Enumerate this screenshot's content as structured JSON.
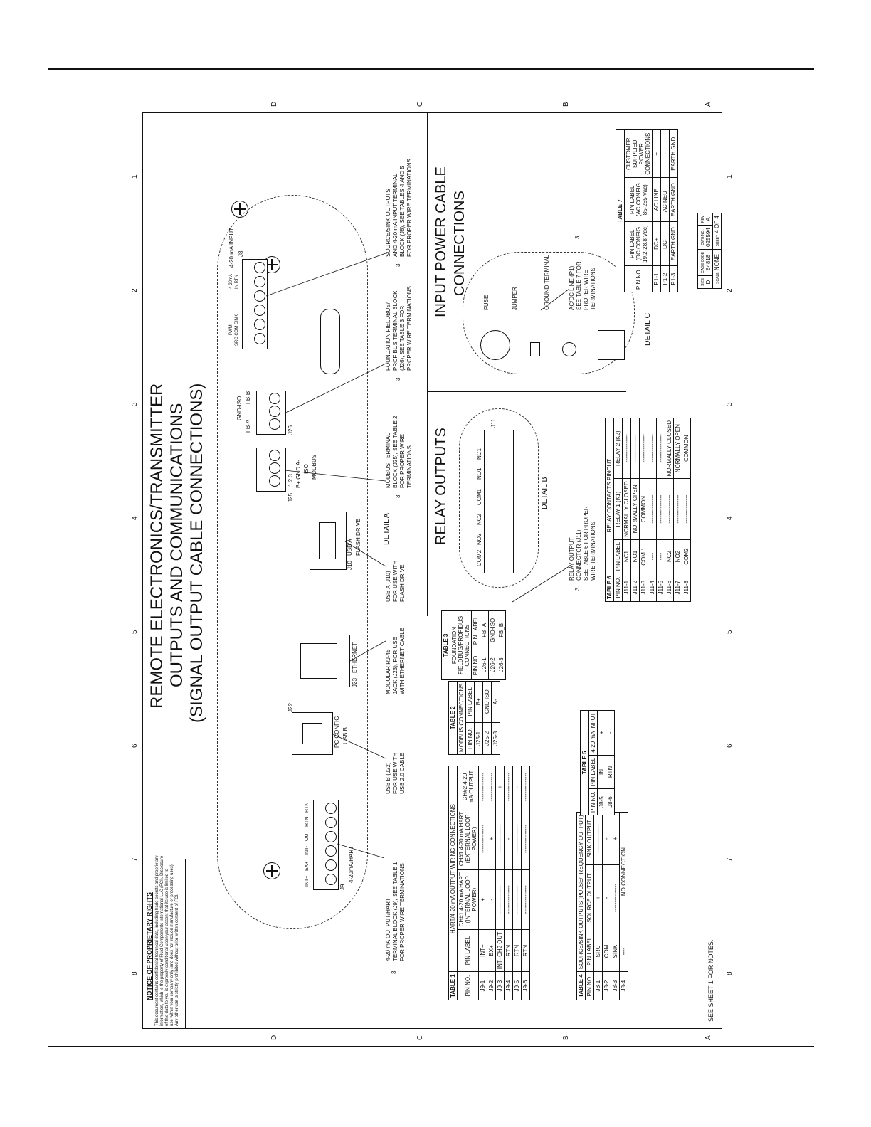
{
  "title": {
    "line1": "REMOTE ELECTRONICS/TRANSMITTER",
    "line2": "OUTPUTS AND COMMUNICATIONS",
    "line3": "(SIGNAL OUTPUT CABLE CONNECTIONS)"
  },
  "notice": {
    "heading": "NOTICE OF PROPRIETARY RIGHTS",
    "body": [
      "This document contains confidential technical data, including trade secrets and proprietary",
      "information, which is the property of Fluid Components International LLC (FCI). Disclosure",
      "of this data to you is expressly conditional upon your assent that its use is limited to",
      "use within your company only (and does not include manufacture or processing uses).",
      "Any other use is strictly prohibited without prior written consent of FCI."
    ]
  },
  "zones": {
    "top": [
      "D",
      "C",
      "B",
      "A"
    ],
    "left": [
      "1",
      "2",
      "3",
      "4",
      "5",
      "6",
      "7",
      "8"
    ]
  },
  "detail_a": {
    "label": "DETAIL A",
    "j9": {
      "ref": "J9",
      "label": "4-20mA/HART",
      "pins": [
        "INT+",
        "EX+",
        "INT-",
        "OUT",
        "RTN",
        "RTN"
      ]
    },
    "j22": {
      "ref": "J22",
      "line1": "PC CONFIG",
      "line2": "USB B"
    },
    "j23": {
      "ref": "J23",
      "label": "ETHERNET"
    },
    "j10": {
      "ref": "J10",
      "line1": "USB A",
      "line2": "FLASH DRIVE"
    },
    "j25": {
      "ref": "J25",
      "nums": "1 2 3",
      "pins": "B+ GND A-",
      "iso": "ISO",
      "label": "MODBUS"
    },
    "j26": {
      "ref": "J26",
      "pins": [
        "FB-A",
        "GND-ISO",
        "FB-B"
      ]
    },
    "j8": {
      "ref": "J8",
      "label": "4-20 mA INPUT",
      "sub1": "SRC COM SINK",
      "sub2": "PWM",
      "sub3": "IN RTN",
      "sub4": "4-20mA"
    }
  },
  "callouts": {
    "j9": [
      "4-20 mA OUTPUT/HART",
      "TERMINAL BLOCK (J9), SEE TABLE 1",
      "FOR PROPER WIRE TERMINATIONS"
    ],
    "j22": [
      "USB B (J22)",
      "FOR USE WITH",
      "USB 2.0 CABLE"
    ],
    "j23": [
      "MODULAR RJ-45",
      "JACK (J23), FOR USE",
      "WITH ETHERNET CABLE"
    ],
    "j10": [
      "USB A (J10)",
      "FOR USE WITH",
      "FLASH DRIVE"
    ],
    "j25": [
      "MODBUS TERMINAL",
      "BLOCK (J25), SEE TABLE 2",
      "FOR PROPER WIRE",
      "TERMINATIONS"
    ],
    "j26": [
      "FOUNDATION FIELDBUS/",
      "PROFIBUS TERMINAL BLOCK",
      "(J26), SEE TABLE 3 FOR",
      "PROPER WIRE TERMINATIONS"
    ],
    "j8": [
      "SOURCE/SINK OUTPUTS",
      "AND 4-20 mA INPUT TERMINAL",
      "BLOCK (J8), SEE TABLES 4 AND 5",
      "FOR PROPER WIRE TERMINATIONS"
    ],
    "j11": [
      "RELAY OUTPUT",
      "CONNECTOR (J11),",
      "SEE TABLE 6 FOR PROPER",
      "WIRE TERMINATIONS"
    ],
    "p1": [
      "AC/DC LINE (P1),",
      "SEE TABLE 7 FOR",
      "PROPER WIRE",
      "TERMINATIONS"
    ],
    "triangle": "3"
  },
  "relay": {
    "title": "RELAY OUTPUTS",
    "detail": "DETAIL B",
    "ref": "J11",
    "pins": [
      "COM2",
      "NO2",
      "NC2",
      "COM1",
      "NO1",
      "NC1"
    ]
  },
  "power": {
    "title1": "INPUT POWER CABLE",
    "title2": "CONNECTIONS",
    "detail": "DETAIL C",
    "labels": [
      "FUSE",
      "JUMPER",
      "GROUND TERMINAL"
    ]
  },
  "table1": {
    "caption": "TABLE 1",
    "title": "HART/4-20 mA OUTPUT WIRING CONNECTIONS",
    "headers": [
      "PIN NO.",
      "PIN LABEL",
      "CH#1 4-20 mA HART (INTERNAL LOOP POWER)",
      "CH#1 4-20 mA HART (EXTERNAL LOOP POWER)",
      "CH#2 4-20 mA OUTPUT"
    ],
    "rows": [
      [
        "J9-1",
        "INT+",
        "+",
        "---------------",
        "---------------"
      ],
      [
        "J9-2",
        "EX+",
        "-",
        "+",
        "---------------"
      ],
      [
        "J9-3",
        "INT- CH2 OUT",
        "---------------",
        "---------------",
        "+"
      ],
      [
        "J9-4",
        "RTN",
        "---------------",
        "-",
        "---------------"
      ],
      [
        "J9-5",
        "RTN",
        "---------------",
        "---------------",
        "-"
      ],
      [
        "J9-6",
        "RTN",
        "---------------",
        "---------------",
        "---------------"
      ]
    ]
  },
  "table2": {
    "caption": "TABLE 2",
    "title": "MODBUS CONNECTIONS",
    "headers": [
      "PIN NO.",
      "PIN LABEL"
    ],
    "rows": [
      [
        "J25-1",
        "B+"
      ],
      [
        "J25-2",
        "GND ISO"
      ],
      [
        "J25-3",
        "A-"
      ]
    ]
  },
  "table3": {
    "caption": "TABLE 3",
    "title": "FOUNDATION FIELDBUS/PROFIBUS CONNECTIONS",
    "headers": [
      "PIN NO.",
      "PIN LABEL"
    ],
    "rows": [
      [
        "J26-1",
        "FB_A"
      ],
      [
        "J26-2",
        "GND-ISO"
      ],
      [
        "J26-3",
        "FB_B"
      ]
    ]
  },
  "table4": {
    "caption": "TABLE 4",
    "title": "SOURCE/SINK OUTPUTS (PULSE/FREQUENCY OUTPUT)",
    "headers": [
      "PIN NO.",
      "PIN LABEL",
      "SOURCE OUTPUT",
      "SINK OUTPUT"
    ],
    "rows": [
      [
        "J8-1",
        "SRC",
        "+",
        "---------------"
      ],
      [
        "J8-2",
        "COM",
        "-",
        "-"
      ],
      [
        "J8-3",
        "SINK",
        "---------------",
        "+"
      ]
    ],
    "last_row": [
      "J8-4",
      "----",
      "NO CONNECTION"
    ]
  },
  "table5": {
    "caption": "TABLE 5",
    "headers": [
      "PIN NO.",
      "PIN LABEL",
      "4-20 mA INPUT"
    ],
    "rows": [
      [
        "J8-5",
        "IN",
        "+"
      ],
      [
        "J8-6",
        "RTN",
        "-"
      ]
    ]
  },
  "table6": {
    "caption": "TABLE 6",
    "title": "RELAY CONTACTS PINOUT",
    "headers": [
      "PIN NO.",
      "PIN LABEL",
      "RELAY 1 (K1)",
      "RELAY 2 (K2)"
    ],
    "rows": [
      [
        "J11-1",
        "NC1",
        "NORMALLY CLOSED",
        "---------------"
      ],
      [
        "J11-2",
        "NO1",
        "NORMALLY OPEN",
        "---------------"
      ],
      [
        "J11-3",
        "COM 1",
        "COMMON",
        "---------------"
      ],
      [
        "J11-4",
        "----",
        "---------------",
        "---------------"
      ],
      [
        "J11-5",
        "----",
        "---------------",
        "---------------"
      ],
      [
        "J11-6",
        "NC2",
        "---------------",
        "NORMALLY CLOSED"
      ],
      [
        "J11-7",
        "NO2",
        "---------------",
        "NORMALLY OPEN"
      ],
      [
        "J11-8",
        "COM2",
        "---------------",
        "COMMON"
      ]
    ]
  },
  "table7": {
    "caption": "TABLE 7",
    "headers": [
      "PIN NO.",
      "PIN LABEL (DC CONFIG 19.2-28.8 Vdc)",
      "PIN LABEL (AC CONFIG 85-265 Vac)",
      "CUSTOMER SUPPLIED POWER CONNECTIONS"
    ],
    "rows": [
      [
        "P1-1",
        "DC+",
        "AC LINE",
        "+"
      ],
      [
        "P1-2",
        "DC-",
        "AC NEUT",
        "-"
      ],
      [
        "P1-3",
        "EARTH GND",
        "EARTH GND",
        "EARTH GND"
      ]
    ]
  },
  "title_block": {
    "size_label": "SIZE",
    "size": "D",
    "cage_label": "CAGE CODE",
    "cage": "64818",
    "dwg_label": "DWG NO.",
    "dwg": "025594",
    "rev_label": "REV",
    "rev": "A",
    "scale_label": "SCALE",
    "scale": "NONE",
    "sheet_label": "SHEET",
    "sheet": "4 OF 4"
  },
  "footer_note": "SEE SHEET 1 FOR NOTES."
}
